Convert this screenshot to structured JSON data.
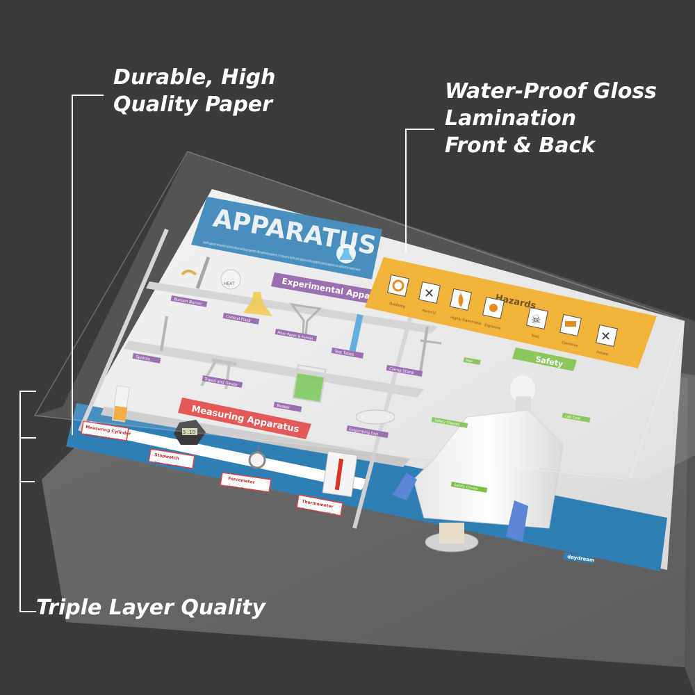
{
  "callouts": {
    "paper": [
      "Durable, High",
      "Quality Paper"
    ],
    "gloss": [
      "Water-Proof Gloss",
      "Lamination",
      "Front & Back"
    ],
    "triple": "Triple Layer Quality"
  },
  "colors": {
    "background": "#3b3b3b",
    "poster_blue": "#2f7fb5",
    "hazard_orange": "#f0a81e",
    "measuring_red": "#e0413f",
    "experimental_purple": "#8e5aa6",
    "safety_green": "#7bbf45",
    "floor_blue": "#2f7fb5"
  },
  "poster": {
    "title": "APPARATUS",
    "intro": "Scientific apparatus are specialist instruments that are used during experiments. When performing experiments, it is important to use the correct apparatus and the appropriate protective equipment and understand the hazards involved.",
    "experimental_banner": "Experimental Apparatus",
    "measuring_banner": "Measuring Apparatus",
    "hazards_title": "Hazards",
    "hazards": [
      "Oxidising",
      "Harmful",
      "Highly Flammable",
      "Explosive",
      "Toxic",
      "Corrosive",
      "Irritant"
    ],
    "safety_title": "Safety",
    "heat_label": "HEAT",
    "experimental_labels": [
      "Bunsen Burner",
      "Conical Flask",
      "Filter Paper & Funnel",
      "Test Tubes",
      "Clamp Stand",
      "Spatula",
      "Tripod and Gauze",
      "Beaker",
      "Evaporating Dish"
    ],
    "measuring_labels": [
      {
        "name": "Measuring Cylinder",
        "unit": "Volume - ml, l, cm³"
      },
      {
        "name": "Stopwatch",
        "unit": "Time - sec, min"
      },
      {
        "name": "Forcemeter",
        "unit": "Force - N"
      },
      {
        "name": "Thermometer",
        "unit": "Temperature - °C °F"
      }
    ],
    "safety_labels": [
      "Hair",
      "Lab Coat",
      "Safety Glasses",
      "Safety Gloves"
    ],
    "brand": "daydream",
    "stopwatch_reading": "5 :10"
  }
}
